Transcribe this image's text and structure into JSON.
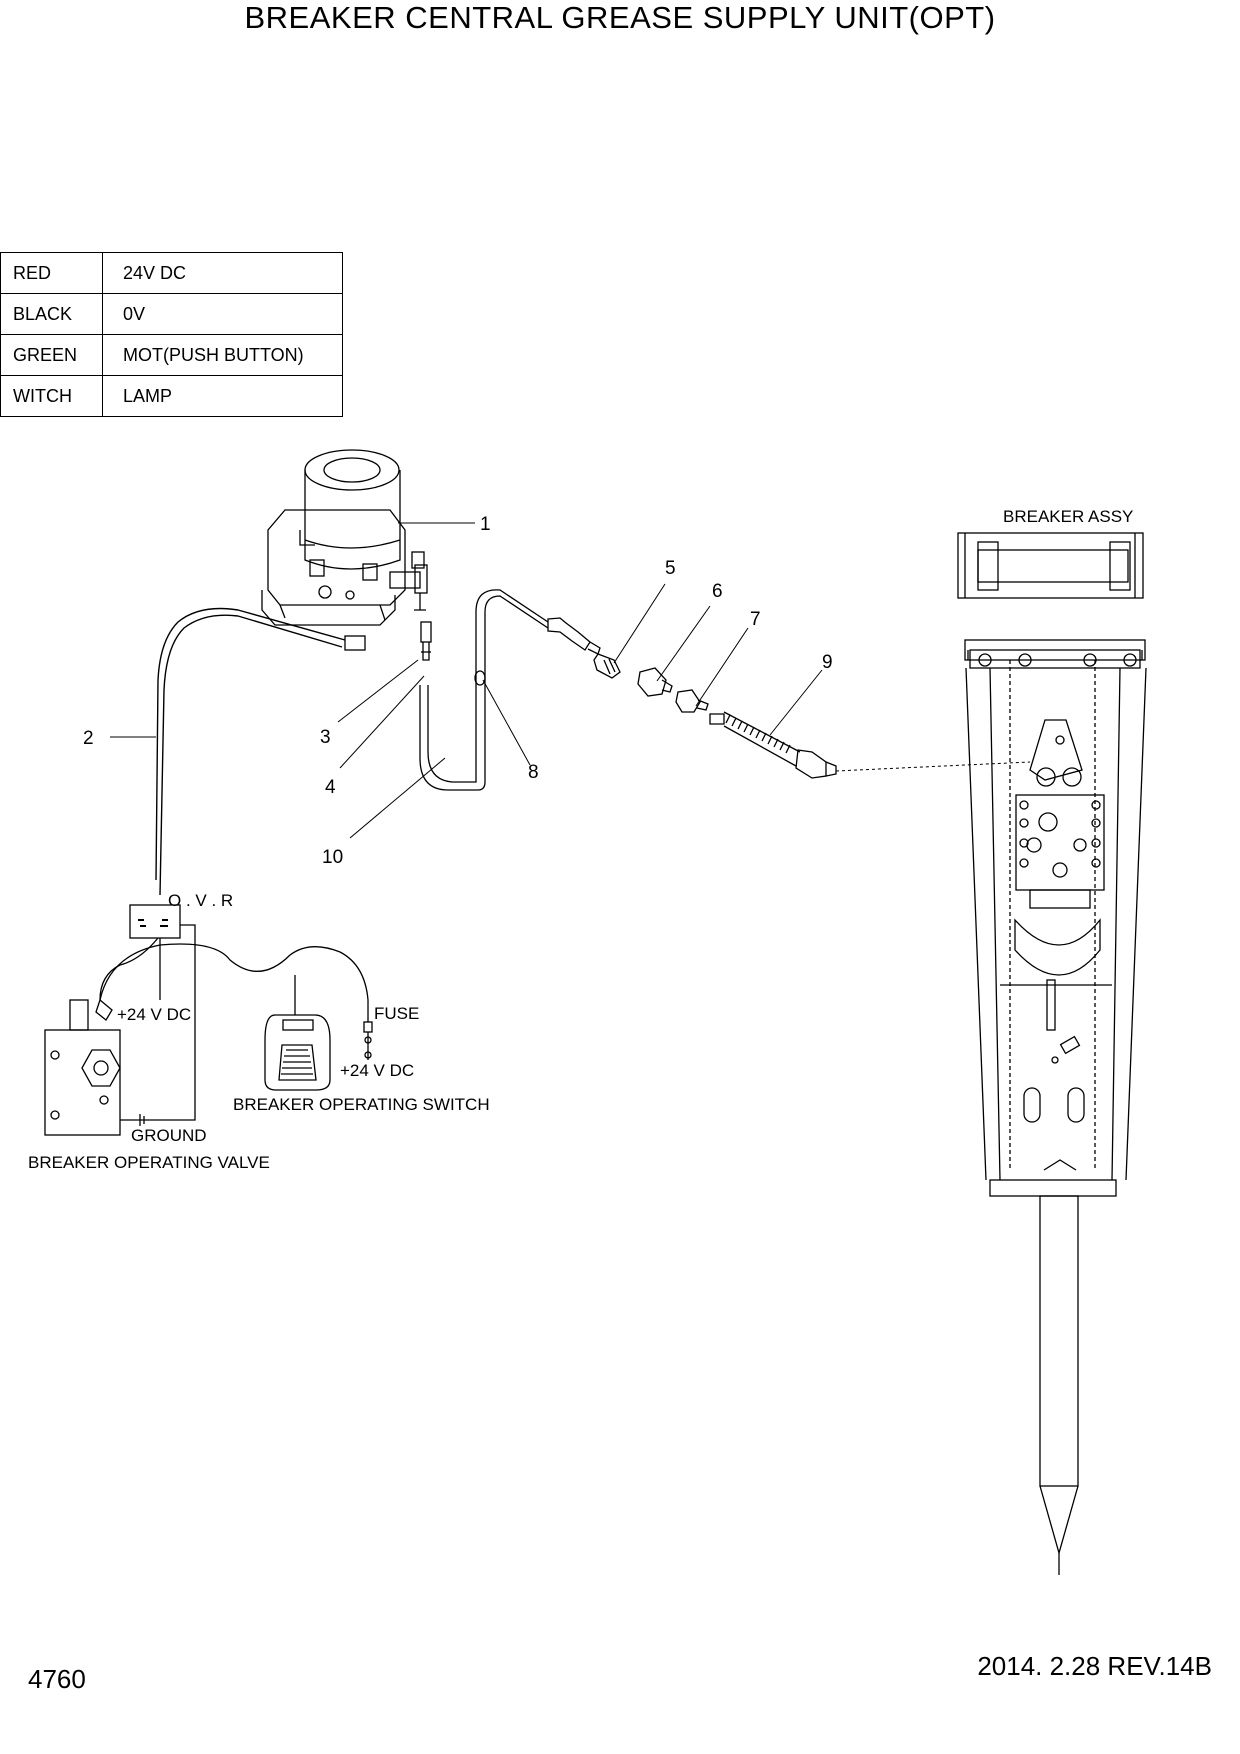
{
  "title": "BREAKER CENTRAL GREASE  SUPPLY UNIT(OPT)",
  "wire_table": [
    {
      "color": "RED",
      "signal": "24V DC"
    },
    {
      "color": "BLACK",
      "signal": "0V"
    },
    {
      "color": "GREEN",
      "signal": "MOT(PUSH BUTTON)"
    },
    {
      "color": "WITCH",
      "signal": "LAMP"
    }
  ],
  "callouts": [
    "1",
    "2",
    "3",
    "4",
    "5",
    "6",
    "7",
    "8",
    "9",
    "10"
  ],
  "labels": {
    "breaker_assy": "BREAKER ASSY",
    "ovr": "O . V . R",
    "plus24_valve": "+24 V DC",
    "fuse": "FUSE",
    "plus24_switch": "+24 V DC",
    "switch": "BREAKER OPERATING SWITCH",
    "ground": "GROUND",
    "valve": "BREAKER OPERATING VALVE"
  },
  "footer": {
    "page": "4760",
    "revision": "2014. 2.28  REV.14B"
  }
}
